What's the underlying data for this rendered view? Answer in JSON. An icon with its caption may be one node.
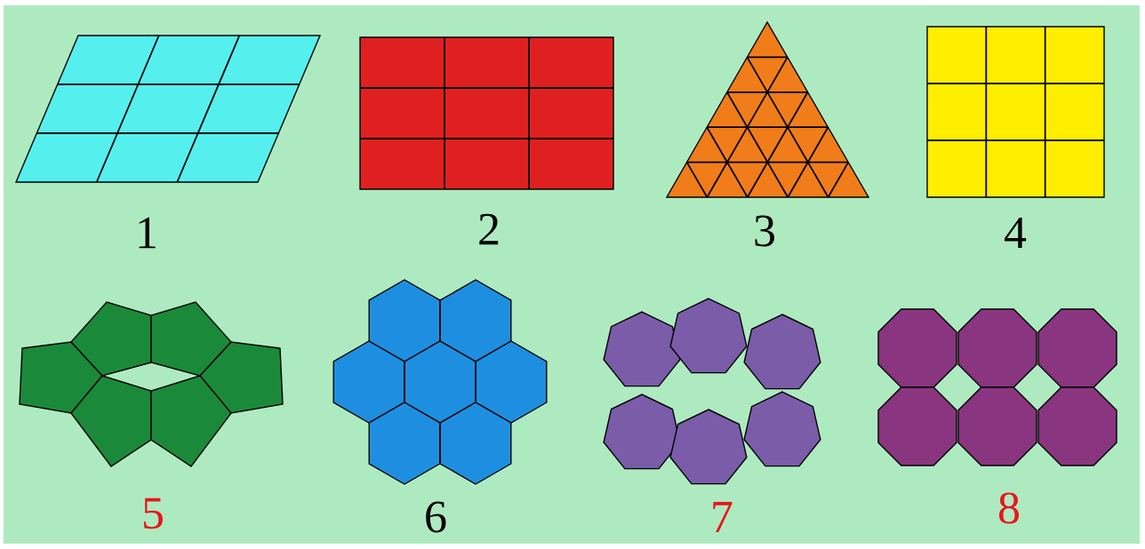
{
  "diagram": {
    "labels": [
      "1",
      "2",
      "3",
      "4",
      "5",
      "6",
      "7",
      "8"
    ]
  }
}
